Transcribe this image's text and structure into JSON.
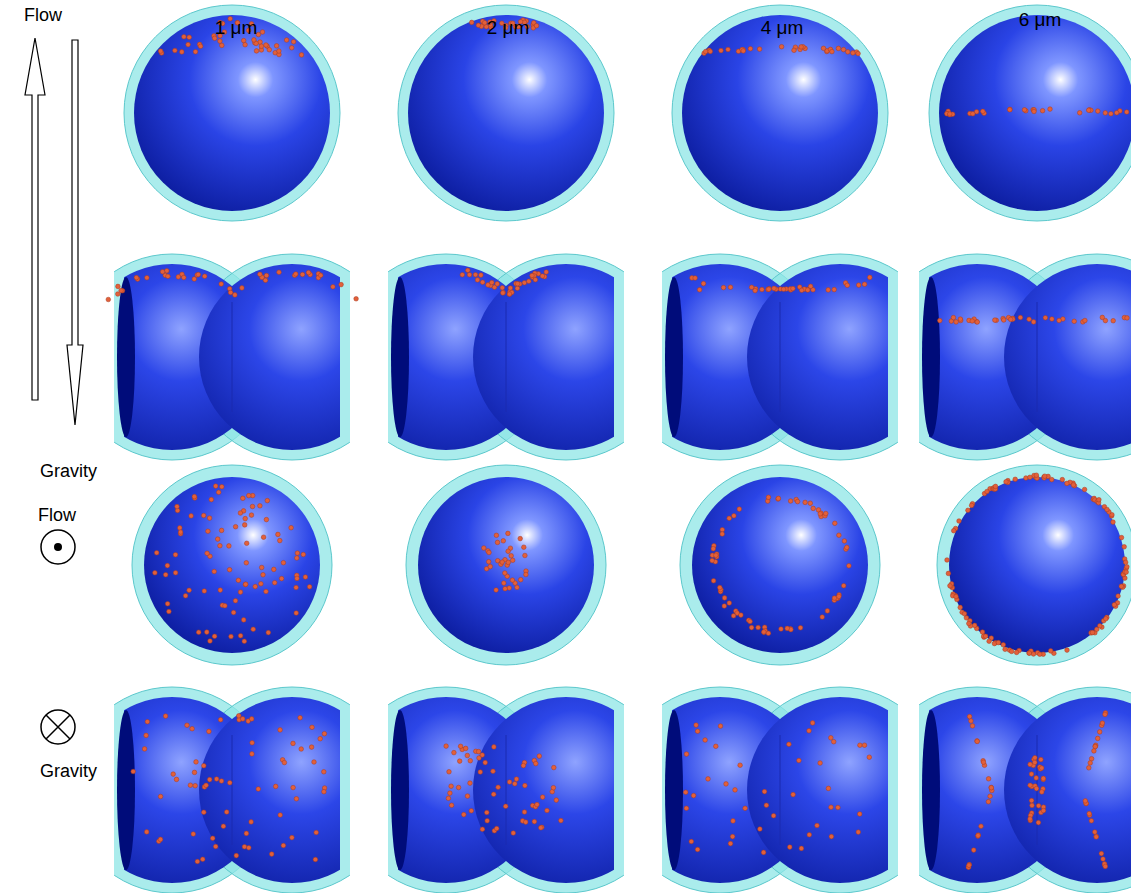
{
  "diagram": {
    "labels": [
      "1 μm",
      "2 μm",
      "4 μm",
      "6 μm",
      "Flow",
      "Gravity",
      "Flow",
      "Gravity"
    ]
  }
}
